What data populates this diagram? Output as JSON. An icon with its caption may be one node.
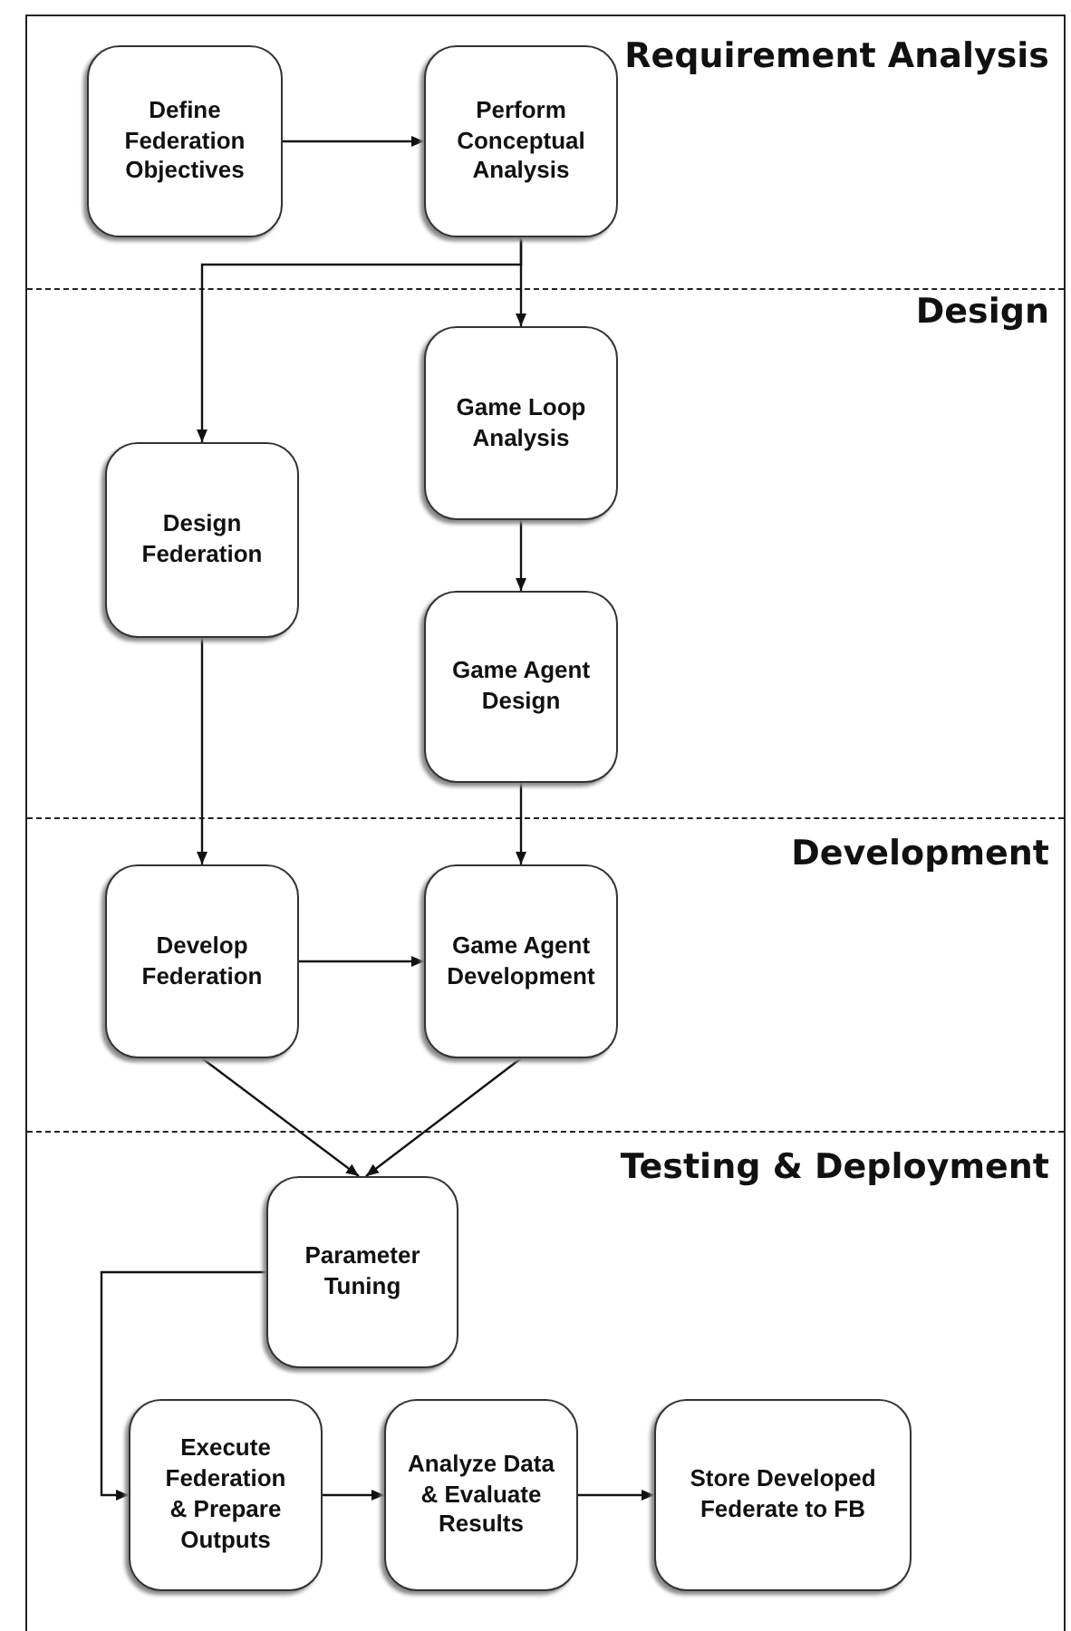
{
  "diagram": {
    "nodes": [
      {
        "text": [
          "Define Federation Objectives"
        ]
      },
      {
        "text": [
          "Perform Conceptual Analysis"
        ]
      },
      {
        "text": [
          "Design Federation"
        ]
      },
      {
        "text": [
          "Game Loop Analysis"
        ]
      },
      {
        "text": [
          "Game Agent Design"
        ]
      },
      {
        "text": [
          "Develop Federation"
        ]
      },
      {
        "text": [
          "Game Agent Development"
        ]
      },
      {
        "text": [
          "Parameter Tuning"
        ]
      },
      {
        "text": [
          "Execute Federation & Prepare Outputs"
        ]
      },
      {
        "text": [
          "Analyze Data & Evaluate Results"
        ]
      },
      {
        "text": [
          "Store Developed Federate to FB"
        ]
      }
    ],
    "edges": [
      {
        "from": 0,
        "to": 1,
        "arrow": "to"
      },
      {
        "from": 1,
        "to": 3,
        "arrow": "to"
      },
      {
        "from": 1,
        "to": 2,
        "arrow": "to"
      },
      {
        "from": 3,
        "to": 4,
        "arrow": "to"
      },
      {
        "from": 2,
        "to": 5,
        "arrow": "to"
      },
      {
        "from": 4,
        "to": 6,
        "arrow": "to"
      },
      {
        "from": 5,
        "to": 6,
        "arrow": "to"
      },
      {
        "from": 5,
        "to": 7,
        "arrow": "to"
      },
      {
        "from": 6,
        "to": 7,
        "arrow": "to"
      },
      {
        "from": 7,
        "to": 8,
        "arrow": "to"
      },
      {
        "from": 8,
        "to": 9,
        "arrow": "to"
      },
      {
        "from": 9,
        "to": 10,
        "arrow": "to"
      }
    ],
    "labels": [
      "Requirement Analysis",
      "Design",
      "Development",
      "Testing & Deployment"
    ]
  }
}
